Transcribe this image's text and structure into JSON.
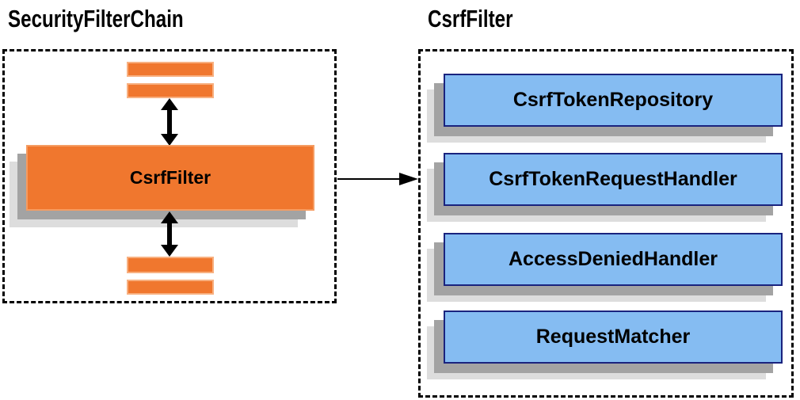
{
  "left_panel": {
    "title": "SecurityFilterChain",
    "filter_box_label": "CsrfFilter"
  },
  "right_panel": {
    "title": "CsrfFilter",
    "components": [
      "CsrfTokenRepository",
      "CsrfTokenRequestHandler",
      "AccessDeniedHandler",
      "RequestMatcher"
    ]
  },
  "colors": {
    "accent_orange": "#F0772E",
    "orange_border": "#F8B080",
    "component_blue": "#85BCF2",
    "component_border": "#1A237E",
    "shadow_dark": "#A3A3A3",
    "shadow_light": "#DDDDDD",
    "outline_black": "#000000"
  }
}
